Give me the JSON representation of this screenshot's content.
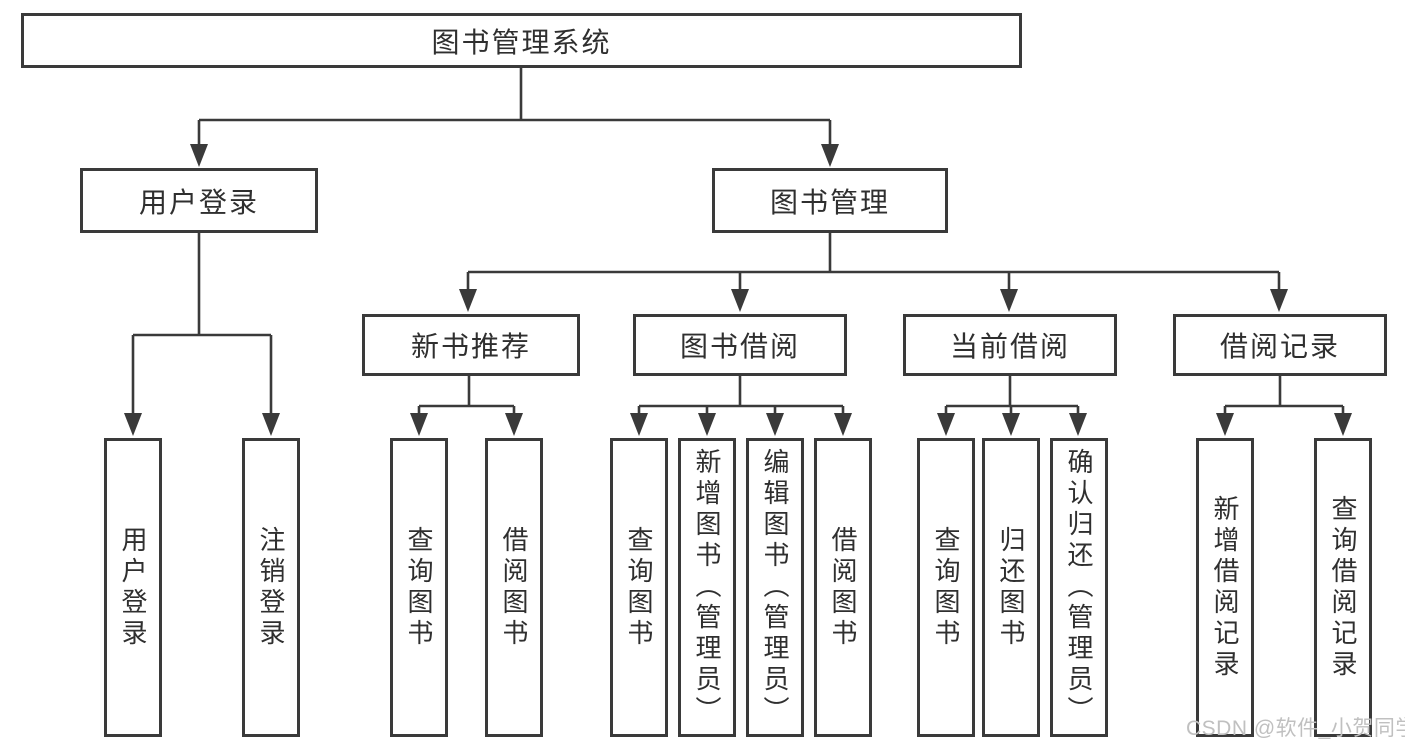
{
  "tree": {
    "root": {
      "label": "图书管理系统"
    },
    "branches": [
      {
        "label": "用户登录",
        "children": [
          {
            "label": "用户登录"
          },
          {
            "label": "注销登录"
          }
        ]
      },
      {
        "label": "图书管理",
        "children": [
          {
            "label": "新书推荐",
            "children": [
              {
                "label": "查询图书"
              },
              {
                "label": "借阅图书"
              }
            ]
          },
          {
            "label": "图书借阅",
            "children": [
              {
                "label": "查询图书"
              },
              {
                "label": "新增图书（管理员）"
              },
              {
                "label": "编辑图书（管理员）"
              },
              {
                "label": "借阅图书"
              }
            ]
          },
          {
            "label": "当前借阅",
            "children": [
              {
                "label": "查询图书"
              },
              {
                "label": "归还图书"
              },
              {
                "label": "确认归还（管理员）"
              }
            ]
          },
          {
            "label": "借阅记录",
            "children": [
              {
                "label": "新增借阅记录"
              },
              {
                "label": "查询借阅记录"
              }
            ]
          }
        ]
      }
    ]
  },
  "watermark": {
    "text": "CSDN @软件_小贺同学"
  },
  "colors": {
    "line": "#3a3a3a",
    "box_border": "#3a3a3a",
    "text": "#2f2f2f",
    "background": "#ffffff",
    "watermark": "#c0c0c0"
  }
}
